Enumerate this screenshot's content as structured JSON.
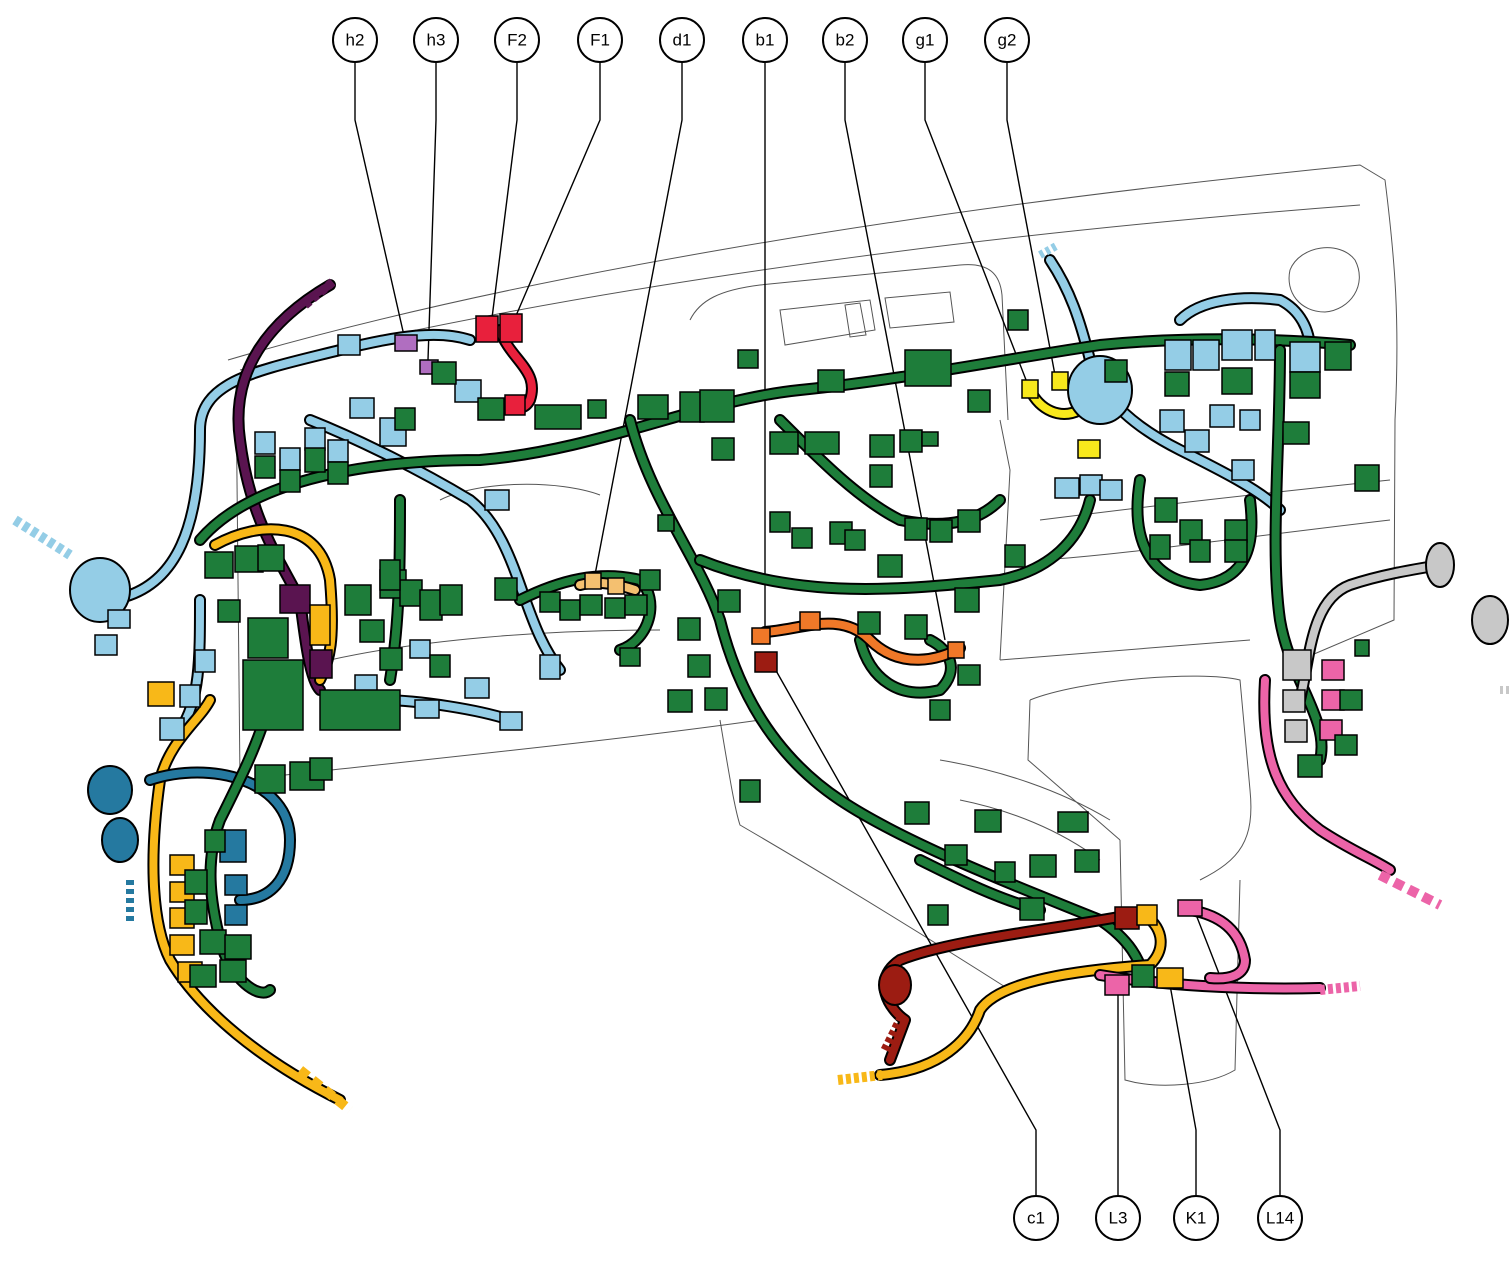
{
  "colors": {
    "main_harness": "#1e7d3a",
    "light_blue": "#94cde6",
    "dark_blue": "#2579a0",
    "purple": "#5a1450",
    "lilac": "#b06ec0",
    "red": "#e8203c",
    "orange": "#f07828",
    "dark_red": "#9c1c12",
    "yellow": "#f8e81c",
    "amber": "#f8b818",
    "pink": "#ec64a8",
    "gray": "#c8c8c8",
    "tan": "#f4c070",
    "body_outline": "#555555"
  },
  "callouts_top": [
    {
      "id": "h2",
      "label": "h2"
    },
    {
      "id": "h3",
      "label": "h3"
    },
    {
      "id": "F2",
      "label": "F2"
    },
    {
      "id": "F1",
      "label": "F1"
    },
    {
      "id": "d1",
      "label": "d1"
    },
    {
      "id": "b1",
      "label": "b1"
    },
    {
      "id": "b2",
      "label": "b2"
    },
    {
      "id": "g1",
      "label": "g1"
    },
    {
      "id": "g2",
      "label": "g2"
    }
  ],
  "callouts_bottom": [
    {
      "id": "c1",
      "label": "c1"
    },
    {
      "id": "L3",
      "label": "L3"
    },
    {
      "id": "K1",
      "label": "K1"
    },
    {
      "id": "L14",
      "label": "L14"
    }
  ]
}
